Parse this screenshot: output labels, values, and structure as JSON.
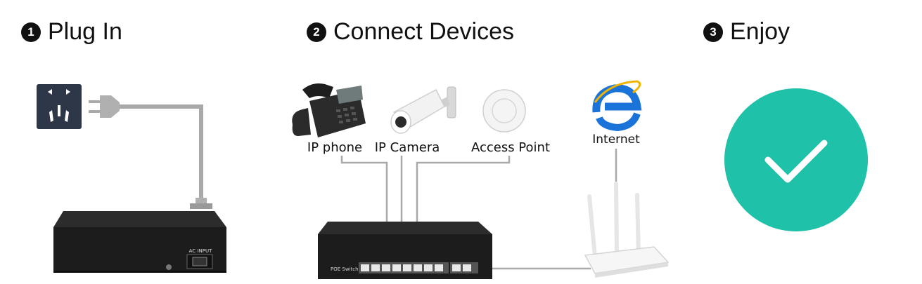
{
  "steps": [
    {
      "number": "1",
      "label": "Plug In"
    },
    {
      "number": "2",
      "label": "Connect Devices"
    },
    {
      "number": "3",
      "label": "Enjoy"
    }
  ],
  "devices": {
    "ip_phone": "IP phone",
    "ip_camera": "IP Camera",
    "access_point": "Access Point",
    "internet": "Internet"
  },
  "switch_text": {
    "ac_input": "AC INPUT",
    "poe_switch": "POE Switch"
  },
  "icons": {
    "outlet": "power-outlet-icon",
    "plug": "power-plug-icon",
    "phone": "ip-phone-icon",
    "camera": "ip-camera-icon",
    "access_point": "access-point-icon",
    "internet": "internet-explorer-icon",
    "router": "wireless-router-icon",
    "check": "checkmark-icon"
  },
  "colors": {
    "check_circle": "#1fc1a8",
    "outlet": "#2e3748",
    "switch_body": "#1f1f1f",
    "cable": "#a9a9a9",
    "internet_blue": "#1a73d9"
  }
}
